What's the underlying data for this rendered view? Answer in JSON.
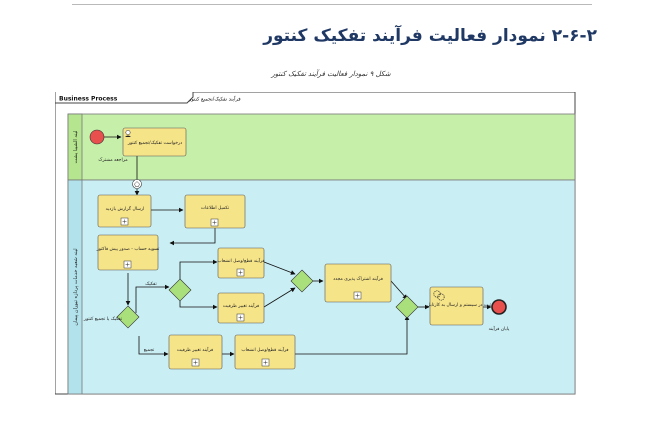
{
  "heading": "۲-۶-۲ نمودار فعالیت فرآیند تفکیک کنتور",
  "caption": "شکل ۹ نمودار فعالیت فرآیند تفکیک کنتور",
  "frame": {
    "tab_label": "Business Process",
    "tab_title": "فرآیند تفکیک/تجمیع کنتور"
  },
  "lanes": {
    "top": "لینه الشیبا یشت",
    "bottom": "لینه شعبه خدمات پردازه تیوران پیمان"
  },
  "events": {
    "start_label": "مراجعه مشترک",
    "end_label": "پایان فرآیند"
  },
  "tasks": {
    "request": "درخواست تفکیک/تجمیع کنتور",
    "inspection": "ارسال گزارش بازدید",
    "record": "تکمیل اطلاعات",
    "billing": "تسویه حساب - صدور پیش فاکتور",
    "upper_sub": "فرآیند قطع/وصل انشعاب",
    "middle_sub": "فرآیند تغییر ظرفیت",
    "lower_sub_a": "فرآیند تغییر ظرفیت",
    "lower_sub_b": "فرآیند قطع/وصل انشعاب",
    "merge_sub": "فرآیند اشتراک پذیری مجدد",
    "final": "ثبت در سیستم و ارسال به کارتابل"
  },
  "flows": {
    "top_branch": "تفکیک",
    "bottom_branch": "تجمیع",
    "gateway_label": "تفکیک یا تجمیع کنتور"
  },
  "colors": {
    "top_lane": "#c6efaa",
    "bottom_lane": "#c9eef4",
    "task_fill": "#f6e489",
    "gateway_fill": "#a9e07c",
    "start_fill": "#e8504d",
    "heading": "#1f3864"
  }
}
